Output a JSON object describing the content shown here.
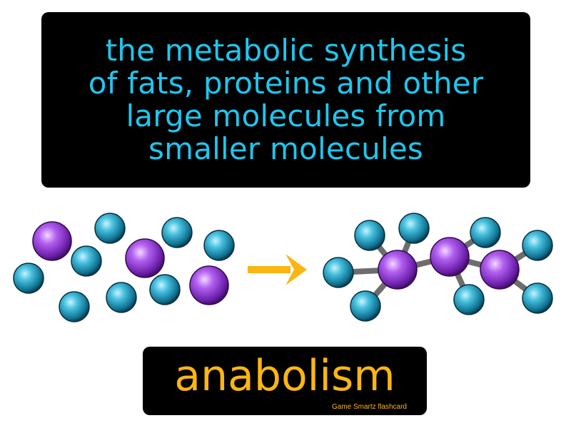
{
  "definition": {
    "text": "the metabolic synthesis\nof fats, proteins and other\nlarge molecules from\nsmaller molecules"
  },
  "term": {
    "word": "anabolism",
    "brand": "Game Smartz flashcard"
  },
  "colors": {
    "definition_text": "#1ec7ef",
    "term_text": "#fbb514",
    "small_molecule": "#1fa8c9",
    "large_molecule": "#9b3fd6",
    "arrow": "#fbb514"
  },
  "icons": {
    "reactants": "scattered-molecules",
    "arrow": "right-arrow",
    "product": "bonded-molecule-chain"
  }
}
